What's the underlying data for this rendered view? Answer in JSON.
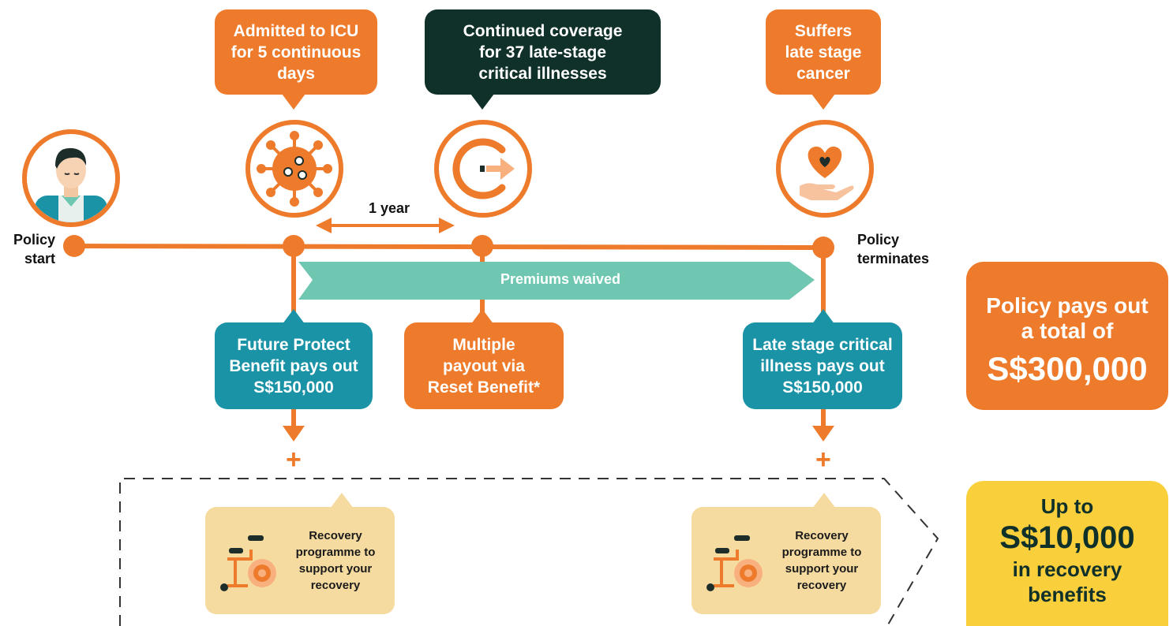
{
  "events": {
    "icu": "Admitted to ICU\nfor 5 continuous\ndays",
    "coverage": "Continued coverage\nfor 37 late-stage\ncritical illnesses",
    "cancer": "Suffers\nlate stage\ncancer"
  },
  "timeline": {
    "start_label": "Policy\nstart",
    "end_label": "Policy\nterminates",
    "duration_label": "1 year",
    "waived_label": "Premiums waived"
  },
  "payouts": {
    "future_protect": "Future Protect\nBenefit pays out\nS$150,000",
    "reset": "Multiple\npayout via\nReset Benefit*",
    "late_stage": "Late stage critical\nillness pays out\nS$150,000"
  },
  "recovery": {
    "text": "Recovery\nprogramme to\nsupport your\nrecovery"
  },
  "totals": {
    "policy": {
      "line1": "Policy pays out",
      "line2": "a total of",
      "amount": "S$300,000"
    },
    "recovery": {
      "line1": "Up to",
      "amount": "S$10,000",
      "line2": "in recovery",
      "line3": "benefits"
    }
  },
  "plus_sign": "+",
  "colors": {
    "orange": "#ee7b2b",
    "dark_green": "#10302a",
    "teal": "#1b93a6",
    "mint": "#6fc7b2",
    "cream": "#f6dba0",
    "yellow": "#f9cf3c"
  },
  "icons": {
    "person": "person-avatar-icon",
    "virus": "virus-icon",
    "reset": "reset-arrow-icon",
    "heart": "heart-in-hand-icon",
    "wheelchair": "wheelchair-icon"
  }
}
